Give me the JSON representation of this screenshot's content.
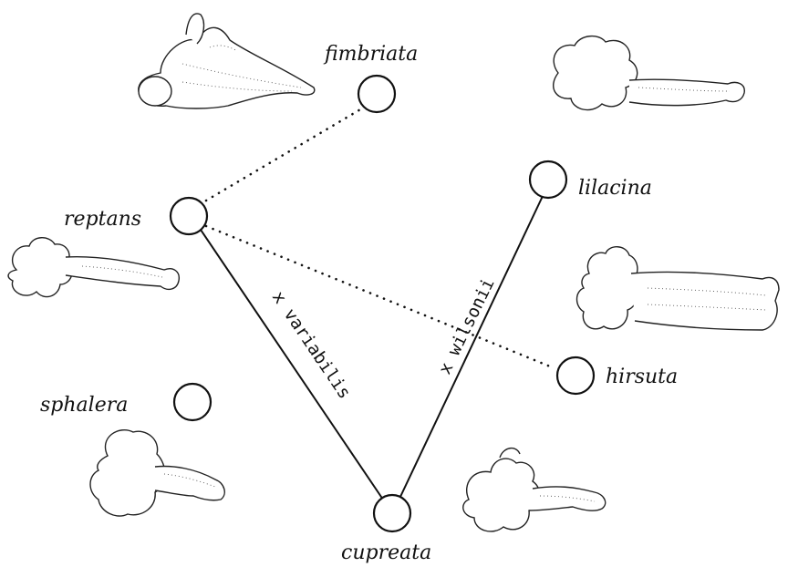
{
  "species": {
    "fimbriata": "fimbriata",
    "reptans": "reptans",
    "lilacina": "lilacina",
    "hirsuta": "hirsuta",
    "sphalera": "sphalera",
    "cupreata": "cupreata"
  },
  "hybrids": {
    "variabilis": "x variabilis",
    "wilsonii": "x wilsonii"
  }
}
